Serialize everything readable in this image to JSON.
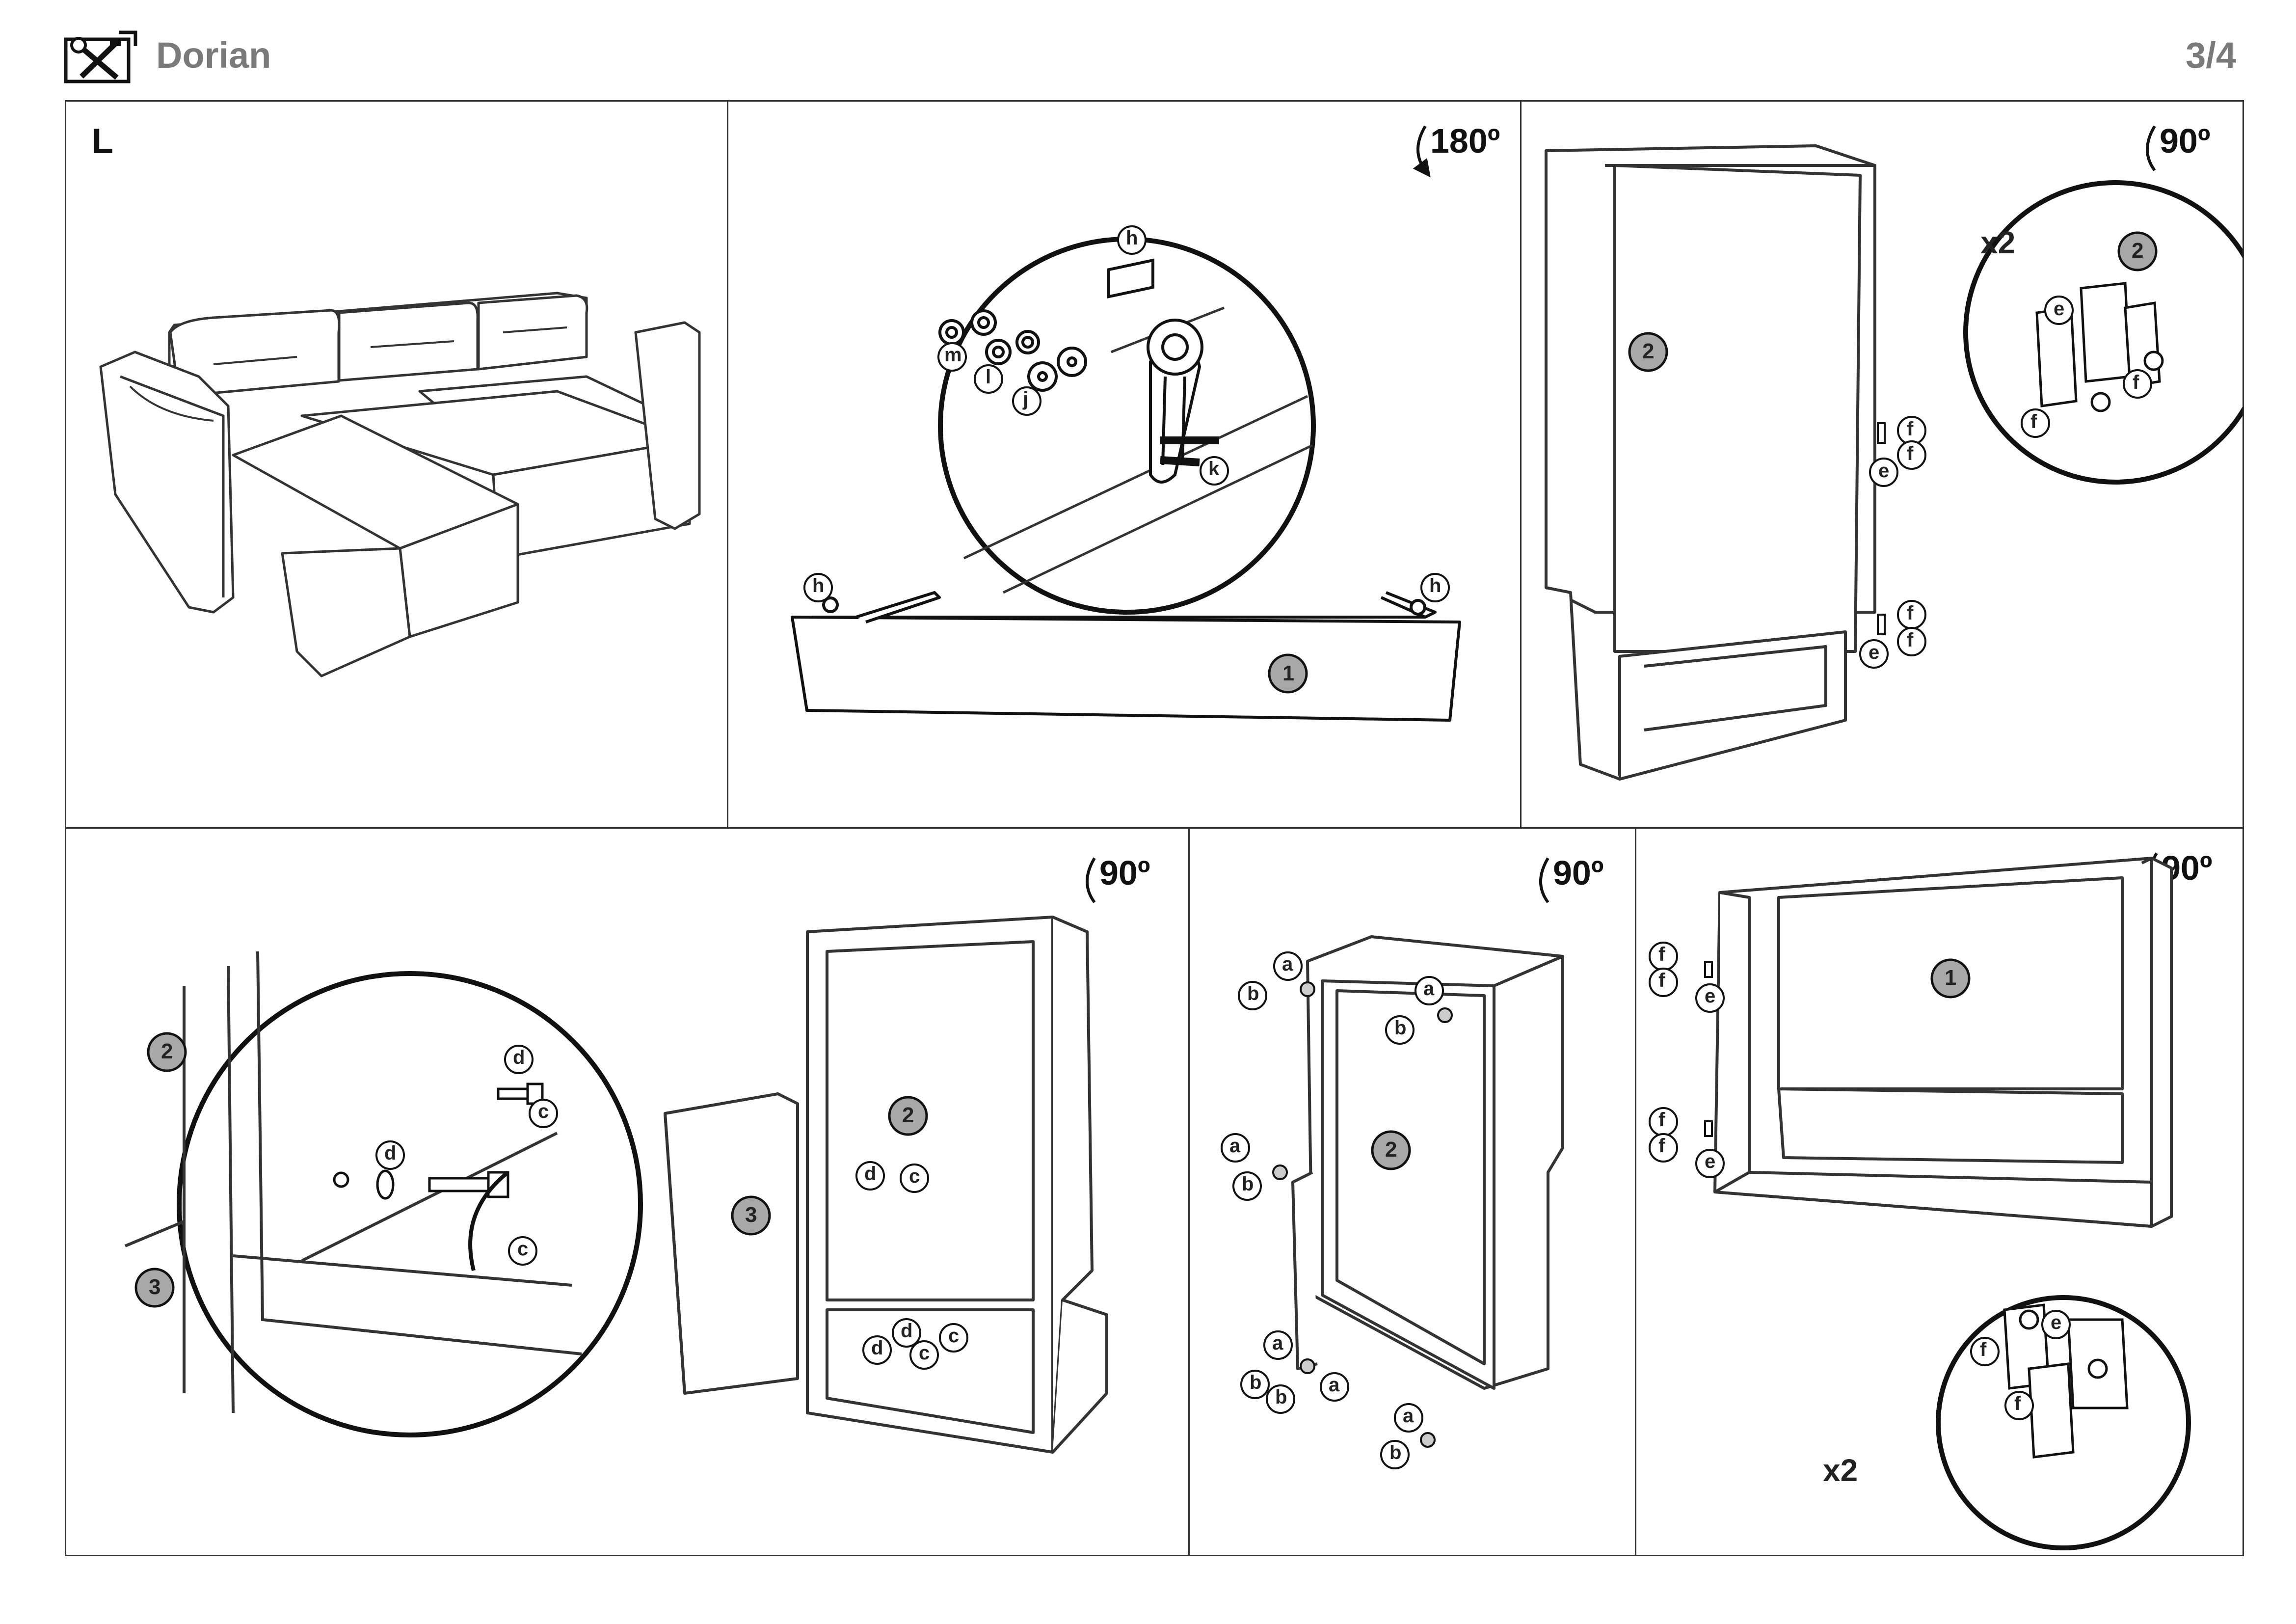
{
  "header": {
    "icon": "tools-icon",
    "title": "Dorian",
    "page": "3/4"
  },
  "step": {
    "letter": "L"
  },
  "rotations": {
    "p2": "180º",
    "p3": "90º",
    "p4": "90º",
    "p5": "90º",
    "p6": "90º"
  },
  "multipliers": {
    "p3": "x2",
    "p6": "x2"
  },
  "parts": {
    "one": "1",
    "two": "2",
    "three": "3"
  },
  "hardware": {
    "a": "a",
    "b": "b",
    "c": "c",
    "d": "d",
    "e": "e",
    "f": "f",
    "h": "h",
    "j": "j",
    "k": "k",
    "l": "l",
    "m": "m"
  },
  "colors": {
    "line": "#333333",
    "part_badge": "#a8a8a8",
    "header_text": "#7a7a7a"
  }
}
